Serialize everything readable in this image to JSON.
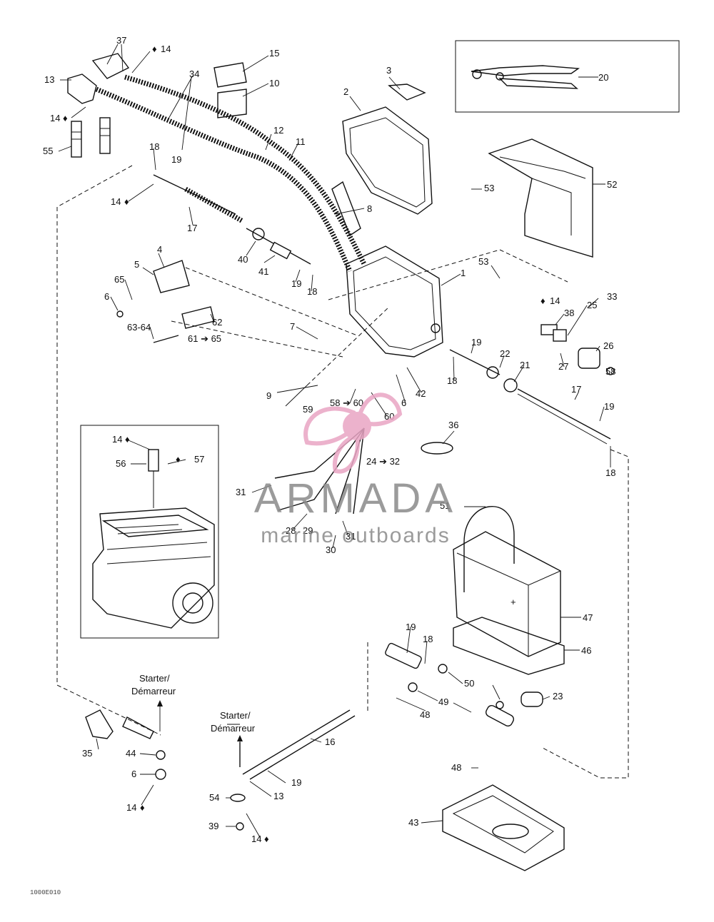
{
  "watermark": {
    "brand": "ARMADA",
    "tagline": "marine outboards",
    "logo_color": "#e9a5c4",
    "text_color": "#8a8a8a"
  },
  "drawing_code": "1000E010",
  "terms": {
    "starter_1": "Starter/",
    "starter_2": "Démarreur"
  },
  "symbols": {
    "drop": "♦"
  },
  "labels": {
    "37": "37",
    "14a": "14",
    "15": "15",
    "13": "13",
    "34": "34",
    "10": "10",
    "3": "3",
    "2": "2",
    "12": "12",
    "11": "11",
    "14b": "14",
    "55": "55",
    "18a": "18",
    "19a": "19",
    "14c": "14",
    "20": "20",
    "52": "52",
    "53a": "53",
    "8": "8",
    "17a": "17",
    "4": "4",
    "40": "40",
    "41": "41",
    "19b": "19",
    "18b": "18",
    "1": "1",
    "5": "5",
    "65": "65",
    "53b": "53",
    "6a": "6",
    "62": "62",
    "63-64": "63-64",
    "61-65": "61 ➔ 65",
    "14d": "14",
    "33": "33",
    "38": "38",
    "25": "25",
    "26": "26",
    "7": "7",
    "19c": "19",
    "22": "22",
    "21": "21",
    "27": "27",
    "58": "58",
    "9": "9",
    "18c": "18",
    "6b": "6",
    "42": "42",
    "59": "59",
    "58-60": "58 ➔ 60",
    "60": "60",
    "17b": "17",
    "19d": "19",
    "36": "36",
    "14e": "14",
    "56": "56",
    "57": "57",
    "24-32": "24 ➔ 32",
    "18d": "18",
    "31a": "31",
    "51": "51",
    "28": "28",
    "29": "29",
    "31b": "31",
    "30": "30",
    "47": "47",
    "46": "46",
    "19e": "19",
    "18e": "18",
    "50": "50",
    "23": "23",
    "49": "49",
    "48a": "48",
    "16": "16",
    "35": "35",
    "44": "44",
    "6c": "6",
    "14f": "14",
    "19f": "19",
    "13b": "13",
    "54": "54",
    "39": "39",
    "14g": "14",
    "48b": "48",
    "43": "43"
  }
}
